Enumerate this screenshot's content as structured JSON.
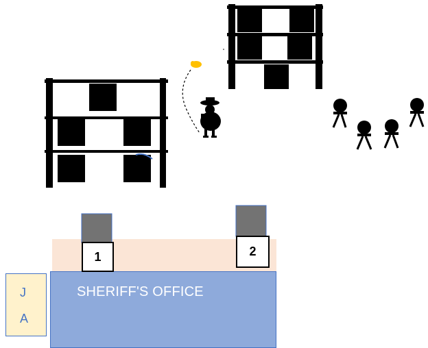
{
  "office": {
    "label": "SHERIFF'S OFFICE",
    "fill": "#8eaadb",
    "border": "#4472c4"
  },
  "jail": {
    "letters": [
      "J",
      "A"
    ],
    "fill": "#fff2cc",
    "text_color": "#4472c4"
  },
  "doors": [
    {
      "number": "1"
    },
    {
      "number": "2"
    }
  ],
  "porch_color": "#fbe5d6",
  "post_color": "#737373",
  "sun_color": "#ffc000",
  "icons": [
    "shelving-unit-icon",
    "sheriff-figure-icon",
    "outlaw-figure-icon",
    "sun-icon"
  ]
}
